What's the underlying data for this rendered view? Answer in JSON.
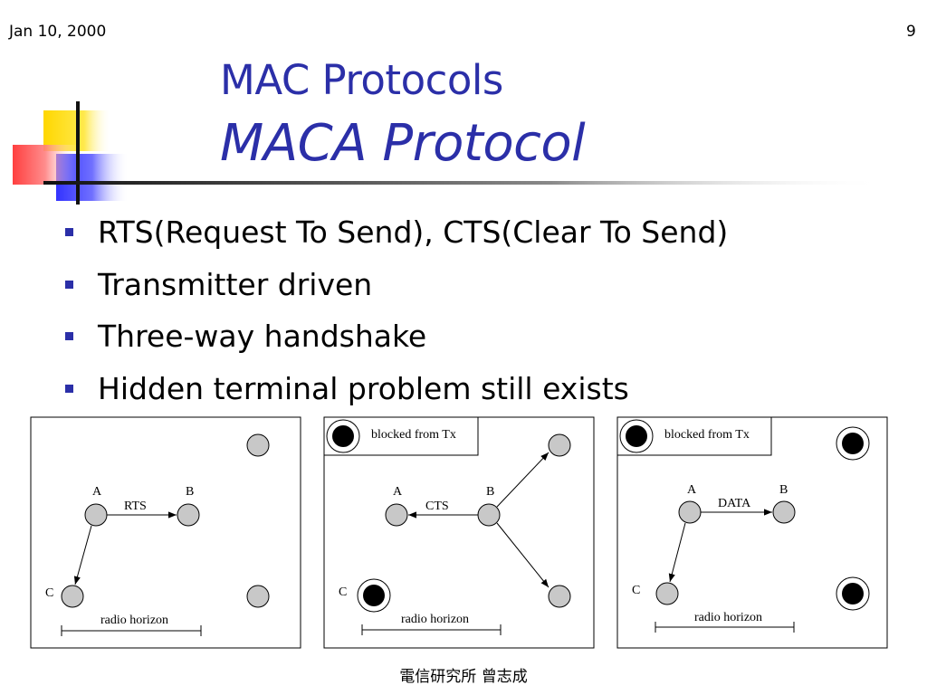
{
  "header": {
    "date": "Jan 10, 2000",
    "page_number": "9"
  },
  "title": {
    "line1": "MAC Protocols",
    "line2": "MACA Protocol"
  },
  "bullets": [
    "RTS(Request To Send), CTS(Clear To Send)",
    "Transmitter driven",
    "Three-way handshake",
    "Hidden terminal problem still exists"
  ],
  "diagrams": [
    {
      "node_a": "A",
      "node_b": "B",
      "node_c": "C",
      "message": "RTS",
      "horizon": "radio horizon"
    },
    {
      "node_a": "A",
      "node_b": "B",
      "node_c": "C",
      "message": "CTS",
      "horizon": "radio horizon",
      "blocked": "blocked from Tx"
    },
    {
      "node_a": "A",
      "node_b": "B",
      "node_c": "C",
      "message": "DATA",
      "horizon": "radio horizon",
      "blocked": "blocked from Tx"
    }
  ],
  "footer": "電信研究所 曾志成",
  "colors": {
    "title": "#2b2fa8",
    "bullet": "#2b2fa8",
    "node_fill": "#c8c8c8",
    "blocked_node": "#000000"
  }
}
